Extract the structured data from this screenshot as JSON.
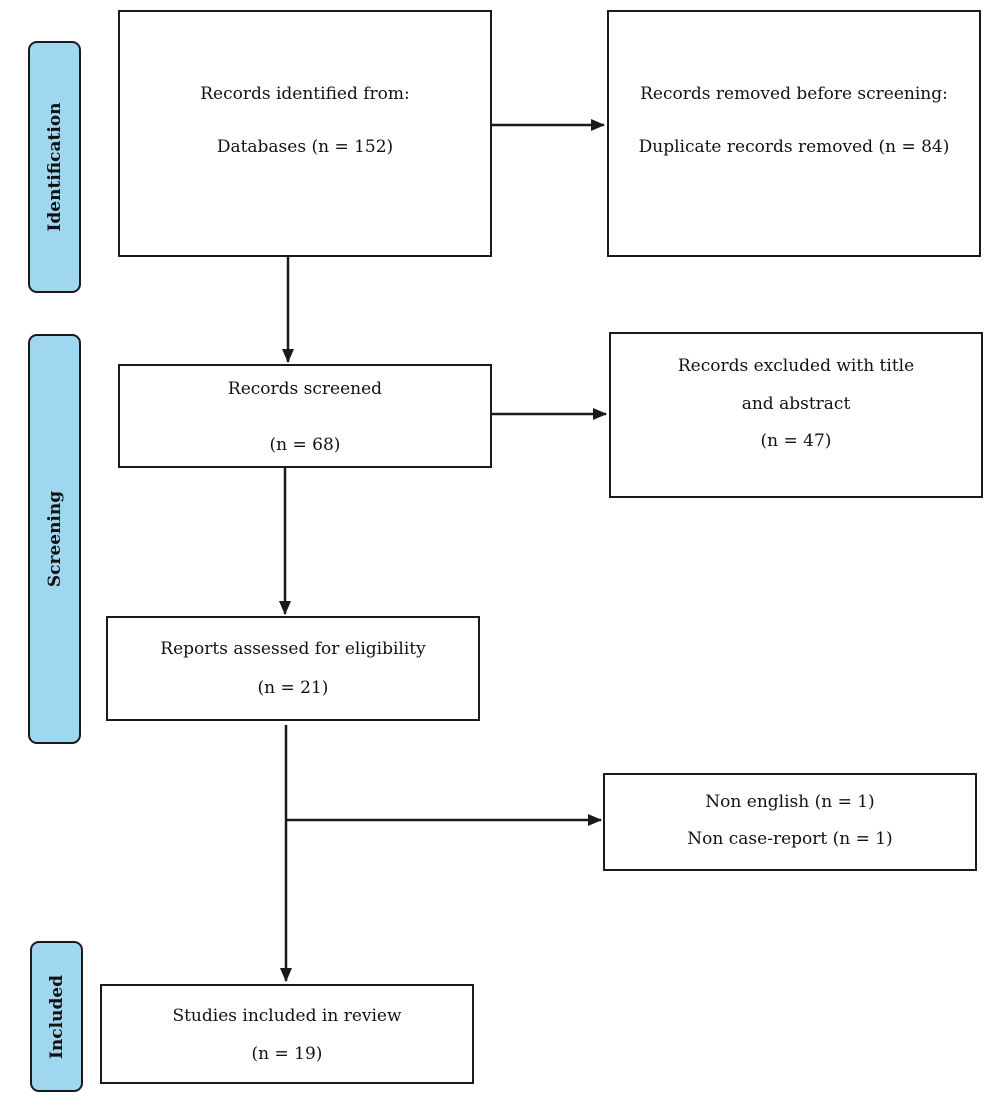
{
  "phases": {
    "identification": "Identification",
    "screening": "Screening",
    "included": "Included"
  },
  "boxes": {
    "identified": {
      "line1": "Records identified from:",
      "line2": "Databases (n = 152)"
    },
    "removed": {
      "line1": "Records removed before screening:",
      "line2": "Duplicate records removed (n = 84)"
    },
    "screened": {
      "line1": "Records screened",
      "line2": "(n = 68)"
    },
    "excluded": {
      "line1": "Records excluded with title",
      "line2": "and abstract",
      "line3": "(n = 47)"
    },
    "assessed": {
      "line1": "Reports assessed for eligibility",
      "line2": "(n = 21)"
    },
    "excluded_reports": {
      "line1": "Non english (n = 1)",
      "line2": "Non case-report (n = 1)"
    },
    "included": {
      "line1": "Studies included in review",
      "line2": "(n = 19)"
    }
  },
  "colors": {
    "phase_fill": "#9fd6f0",
    "stroke": "#1a1a1a"
  }
}
